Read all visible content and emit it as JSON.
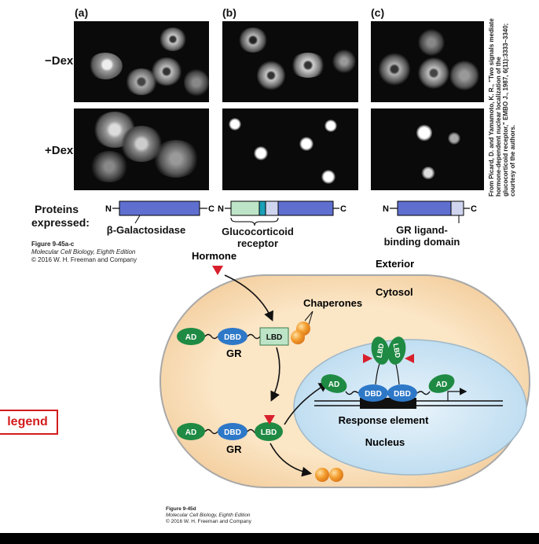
{
  "panels": {
    "a": "(a)",
    "b": "(b)",
    "c": "(c)"
  },
  "rows": {
    "minus_dex": "−Dex",
    "plus_dex": "+Dex"
  },
  "proteins_expressed_label": "Proteins expressed:",
  "constructs": {
    "a_label": "β-Galactosidase",
    "b_label": "Glucocorticoid receptor",
    "c_label": "GR ligand-binding domain",
    "n_end": "N",
    "c_end": "C"
  },
  "credit": "From Picard, D. and Yamamoto, K. R., \"Two signals mediate hormone-dependent nuclear localization of the glucocorticoid receptor,\" EMBO J., 1987, 6(11):3333–3340; courtesy of the authors.",
  "fig_abc_caption": {
    "title": "Figure 9-45a-c",
    "book": "Molecular Cell Biology, Eighth Edition",
    "copyright": "© 2016 W. H. Freeman and Company"
  },
  "diagram": {
    "hormone": "Hormone",
    "exterior": "Exterior",
    "cytosol": "Cytosol",
    "chaperones": "Chaperones",
    "ad": "AD",
    "dbd": "DBD",
    "lbd": "LBD",
    "gr": "GR",
    "response_element": "Response element",
    "nucleus": "Nucleus"
  },
  "fig_d_caption": {
    "title": "Figure 9-45d",
    "book": "Molecular Cell Biology, Eighth Edition",
    "copyright": "© 2016 W. H. Freeman and Company"
  },
  "legend_label": "legend",
  "colors": {
    "beta_gal": "#5f6fcf",
    "dbd_green": "#bde4c6",
    "teal": "#1aa0b8",
    "lbd_lilac": "#cfd4ef",
    "ad_green": "#1f8a43",
    "dbd_blue": "#2e78c8",
    "cell_fill": "#f7d8ae",
    "nucleus_fill": "#cfe6f4",
    "hormone_red": "#d8202c",
    "chaperone_orange": "#f29b2b",
    "legend_red": "#d31c1c"
  }
}
